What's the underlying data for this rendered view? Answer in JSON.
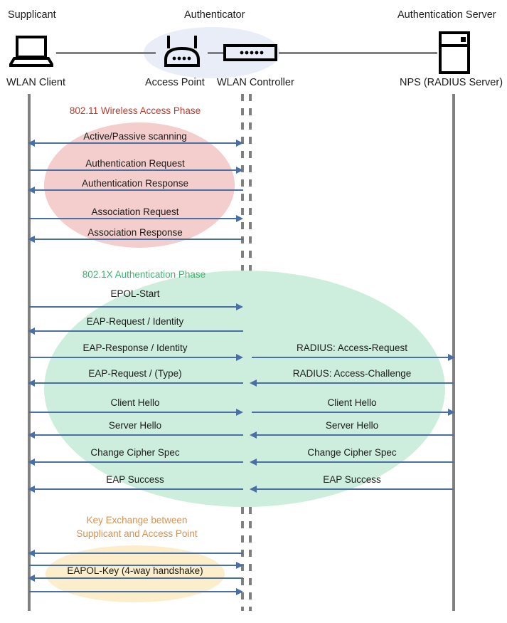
{
  "header": {
    "actors": [
      {
        "role": "Supplicant",
        "device": "WLAN Client",
        "icon": "laptop-icon"
      },
      {
        "role": "Authenticator",
        "device": "Access Point",
        "icon": "access-point-icon"
      },
      {
        "role": "",
        "device": "WLAN Controller",
        "icon": "wlan-controller-icon"
      },
      {
        "role": "Authentication Server",
        "device": "NPS (RADIUS Server)",
        "icon": "server-icon"
      }
    ]
  },
  "colors": {
    "wireless_phase": "#C0392B",
    "dot1x_phase": "#3CB371",
    "keyexchange_phase": "#D9914F",
    "arrow": "#4a6fa5",
    "lifeline": "#808080",
    "ellipse_wireless": "#f4cdcd",
    "ellipse_dot1x": "#cdeedd",
    "ellipse_keyexchange": "#fdeecb",
    "authenticator_blob": "#e8edf7"
  },
  "phases": [
    {
      "id": "wireless",
      "caption": "802.11 Wireless Access Phase",
      "messages": [
        {
          "label": "Active/Passive scanning",
          "direction": "left",
          "lane": "left"
        },
        {
          "label": "Authentication Request",
          "direction": "right",
          "lane": "left"
        },
        {
          "label": "Authentication Response",
          "direction": "left",
          "lane": "left"
        },
        {
          "label": "Association Request",
          "direction": "right",
          "lane": "left"
        },
        {
          "label": "Association Response",
          "direction": "left",
          "lane": "left"
        }
      ]
    },
    {
      "id": "dot1x",
      "caption": "802.1X Authentication Phase",
      "messages": [
        {
          "label": "EPOL-Start",
          "direction": "right",
          "lane": "left"
        },
        {
          "label": "EAP-Request / Identity",
          "direction": "left",
          "lane": "left"
        },
        {
          "label": "EAP-Response / Identity",
          "direction": "right",
          "lane": "left"
        },
        {
          "label": "EAP-Request / (Type)",
          "direction": "left",
          "lane": "left"
        },
        {
          "label": "Client Hello",
          "direction": "right",
          "lane": "left"
        },
        {
          "label": "Server Hello",
          "direction": "left",
          "lane": "left"
        },
        {
          "label": "Change Cipher Spec",
          "direction": "left",
          "lane": "left"
        },
        {
          "label": "EAP Success",
          "direction": "left",
          "lane": "left"
        }
      ],
      "messages_right": [
        {
          "label": "RADIUS: Access-Request",
          "direction": "right",
          "lane": "right"
        },
        {
          "label": "RADIUS: Access-Challenge",
          "direction": "left",
          "lane": "right"
        },
        {
          "label": "Client Hello",
          "direction": "right",
          "lane": "right"
        },
        {
          "label": "Server Hello",
          "direction": "left",
          "lane": "right"
        },
        {
          "label": "Change Cipher Spec",
          "direction": "left",
          "lane": "right"
        },
        {
          "label": "EAP Success",
          "direction": "left",
          "lane": "right"
        }
      ]
    },
    {
      "id": "keyexchange",
      "caption_line1": "Key Exchange between",
      "caption_line2": "Supplicant and Access Point",
      "messages": [
        {
          "label": "",
          "direction": "left",
          "lane": "left"
        },
        {
          "label": "",
          "direction": "right",
          "lane": "left"
        },
        {
          "label": "EAPOL-Key (4-way handshake)",
          "direction": "left",
          "lane": "left"
        },
        {
          "label": "",
          "direction": "right",
          "lane": "left"
        }
      ]
    }
  ]
}
